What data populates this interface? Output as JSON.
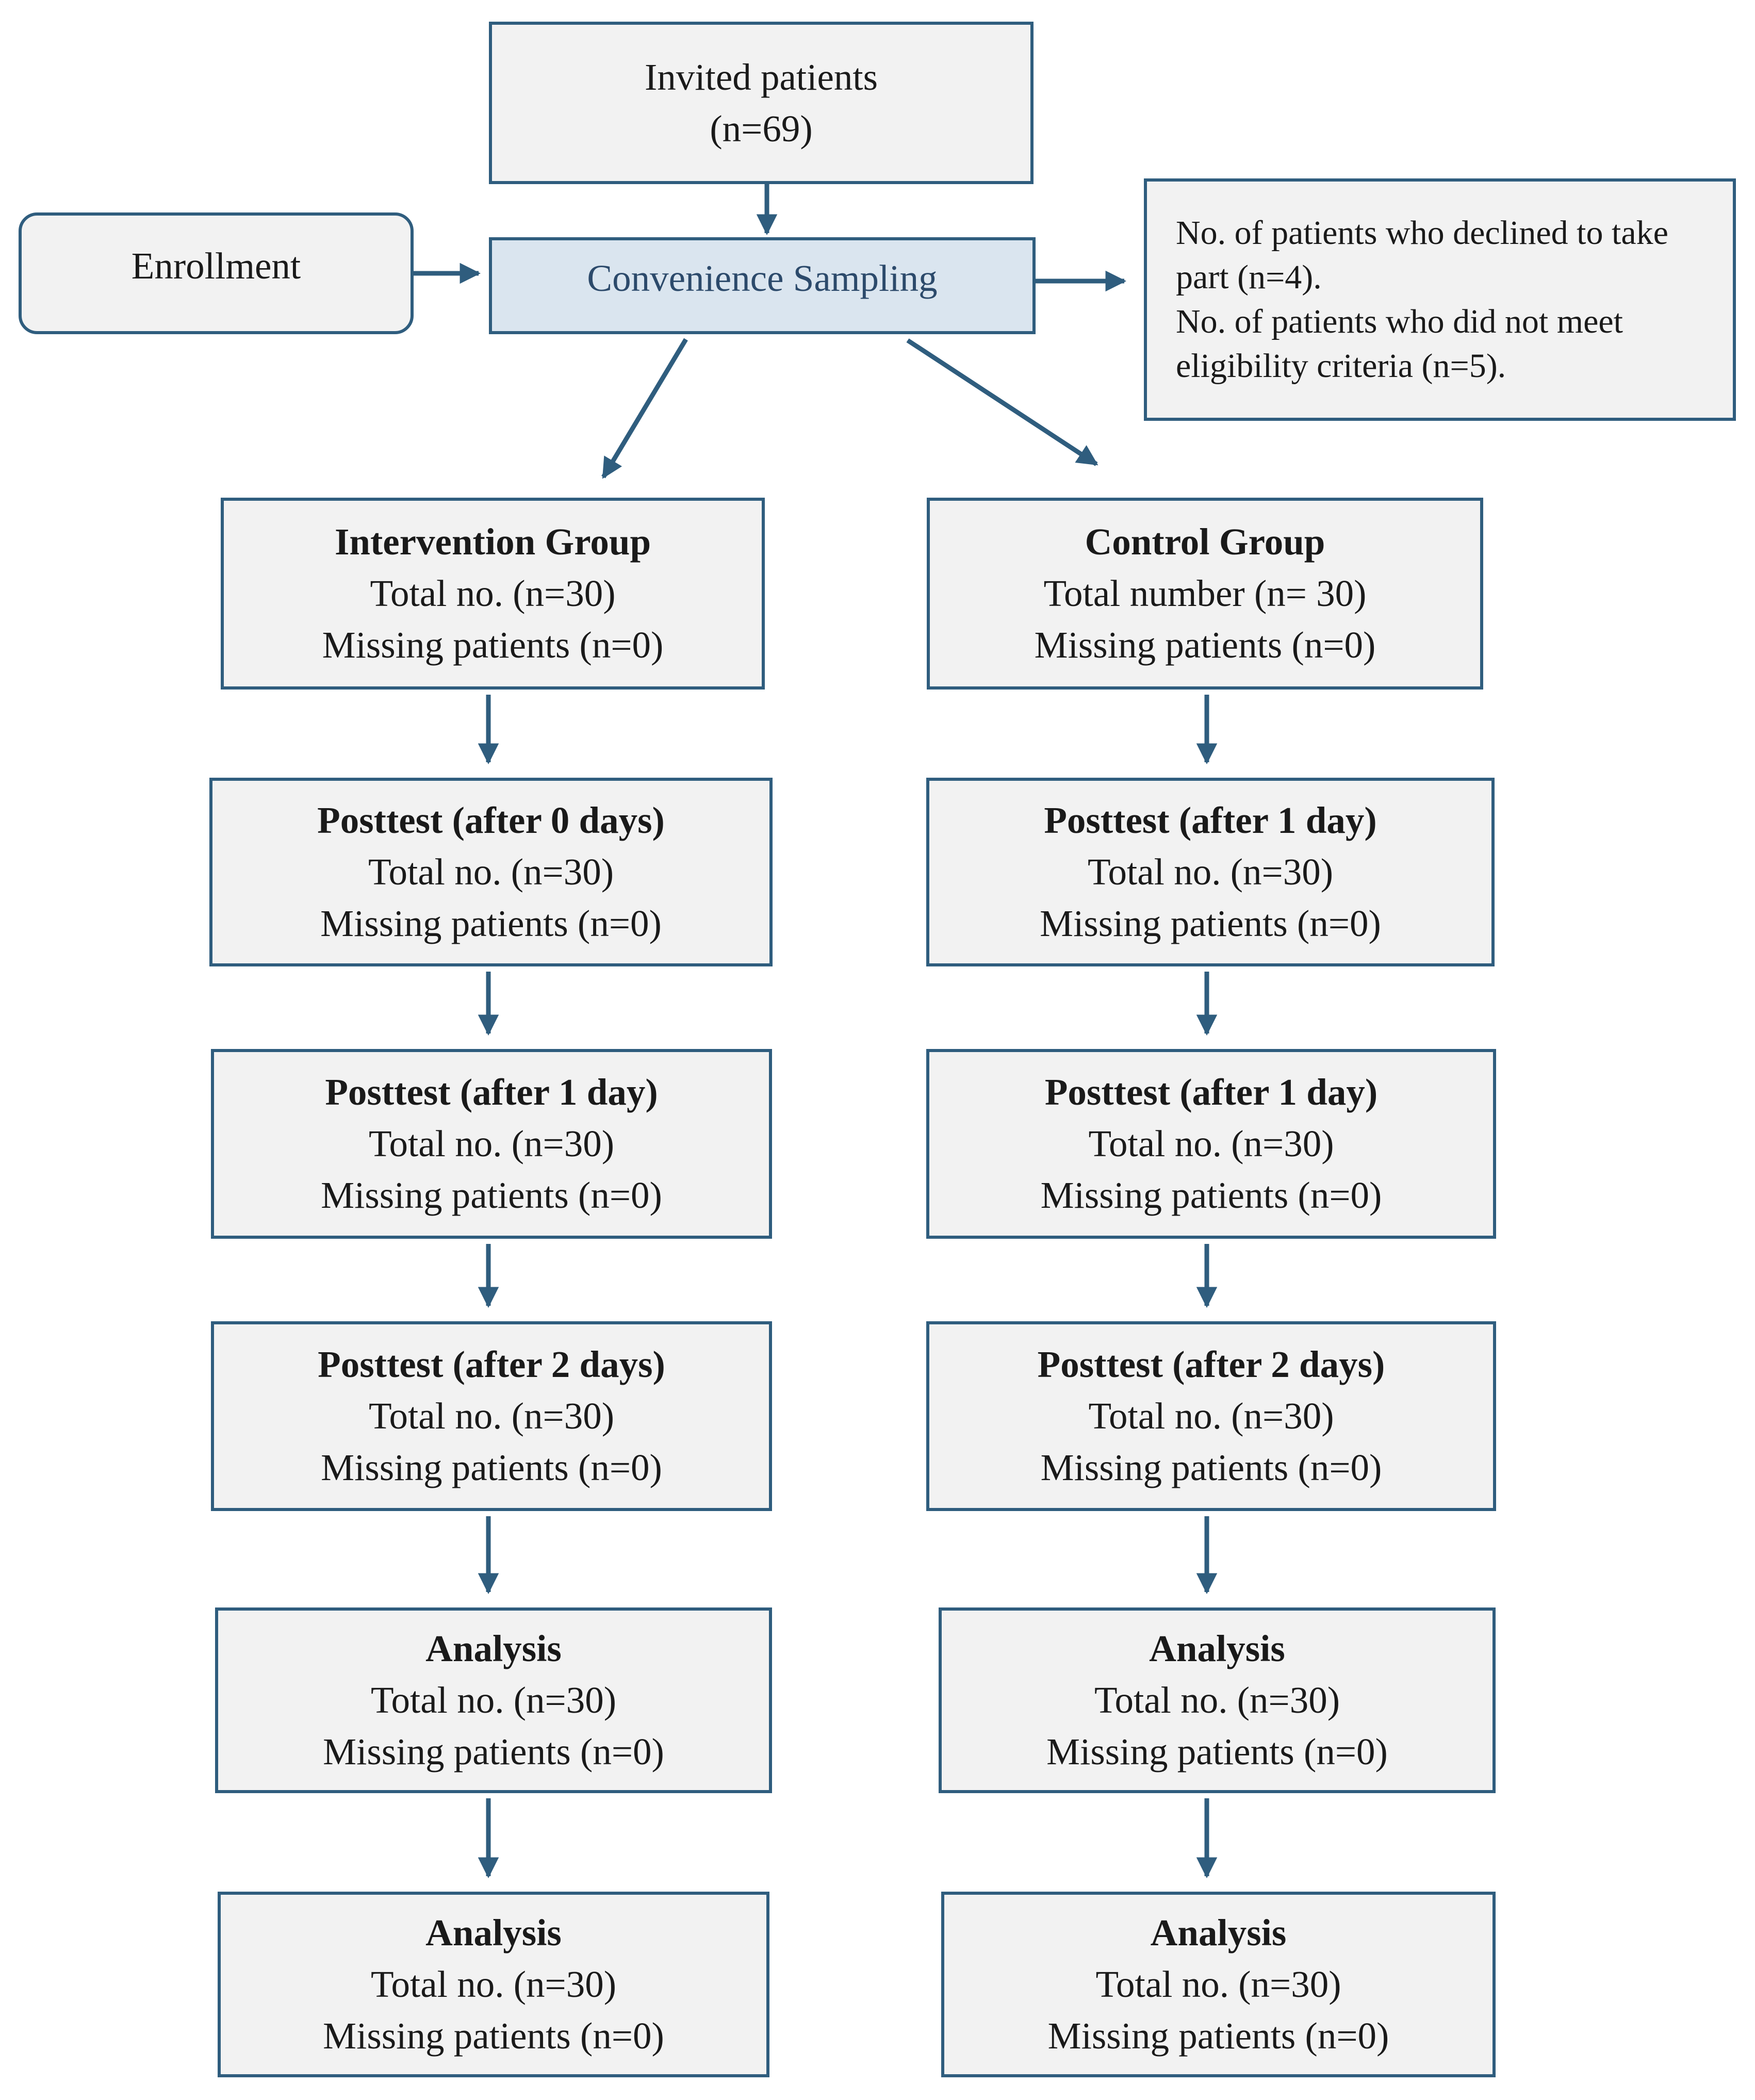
{
  "invited": {
    "line1": "Invited patients",
    "line2": "(n=69)"
  },
  "enrollment": {
    "label": "Enrollment"
  },
  "sampling": {
    "label": "Convenience Sampling"
  },
  "exclusions": {
    "line1": "No. of patients who declined to take",
    "line2": "part (n=4).",
    "line3": "No. of patients who did not meet",
    "line4": "eligibility criteria (n=5)."
  },
  "intervention": [
    {
      "title": "Intervention Group",
      "total": "Total no. (n=30)",
      "missing": "Missing patients (n=0)"
    },
    {
      "title": "Posttest (after 0 days)",
      "total": "Total no. (n=30)",
      "missing": "Missing patients (n=0)"
    },
    {
      "title": "Posttest (after 1 day)",
      "total": "Total no. (n=30)",
      "missing": "Missing patients (n=0)"
    },
    {
      "title": "Posttest (after 2 days)",
      "total": "Total no. (n=30)",
      "missing": "Missing patients (n=0)"
    },
    {
      "title": "Analysis",
      "total": "Total no. (n=30)",
      "missing": "Missing patients (n=0)"
    },
    {
      "title": "Analysis",
      "total": "Total no. (n=30)",
      "missing": "Missing patients (n=0)"
    }
  ],
  "control": [
    {
      "title": "Control Group",
      "total": "Total number (n= 30)",
      "missing": "Missing patients (n=0)"
    },
    {
      "title": "Posttest (after 1 day)",
      "total": "Total no. (n=30)",
      "missing": "Missing patients (n=0)"
    },
    {
      "title": "Posttest (after 1 day)",
      "total": "Total no. (n=30)",
      "missing": "Missing patients (n=0)"
    },
    {
      "title": "Posttest (after 2 days)",
      "total": "Total no. (n=30)",
      "missing": "Missing patients (n=0)"
    },
    {
      "title": "Analysis",
      "total": "Total no. (n=30)",
      "missing": "Missing patients (n=0)"
    },
    {
      "title": "Analysis",
      "total": "Total no. (n=30)",
      "missing": "Missing patients (n=0)"
    }
  ],
  "colors": {
    "border": "#2f5d7e",
    "box_fill": "#f2f2f2",
    "sampling_fill": "#dae5ef",
    "arrow": "#2f5d7e"
  }
}
